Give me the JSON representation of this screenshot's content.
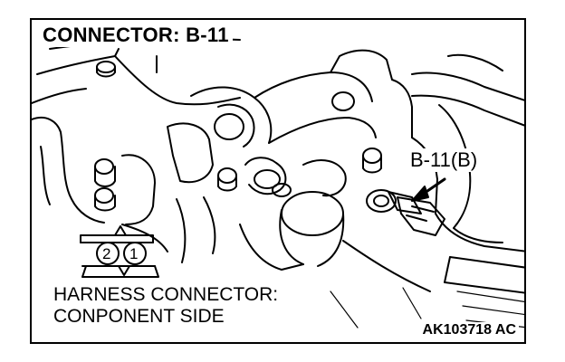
{
  "diagram": {
    "title": "CONNECTOR: B-11",
    "callout_label": "B-11(B)",
    "harness_label_line1": "HARNESS CONNECTOR:",
    "harness_label_line2": "CONPONENT SIDE",
    "connector_pins": [
      "2",
      "1"
    ],
    "figure_code": "AK103718 AC"
  },
  "colors": {
    "line": "#000000",
    "background": "#ffffff"
  },
  "icons": {
    "pointer": "arrow-icon",
    "connector": "connector-face-icon"
  }
}
